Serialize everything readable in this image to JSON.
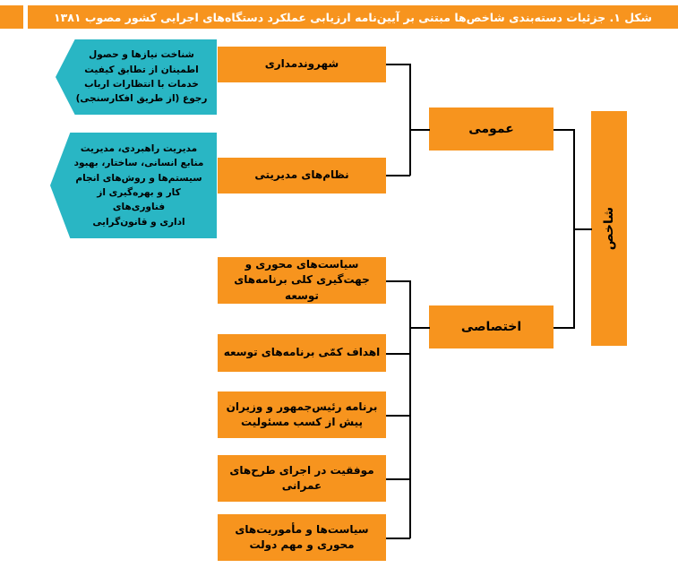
{
  "figure": {
    "title": "شکل ۱. جزئیات دسته‌بندی شاخص‌ها مبتنی بر آیین‌نامه ارزیابی عملکرد دستگاه‌های اجرایی کشور مصوب ۱۳۸۱",
    "accent_color": "#f7941e",
    "note_color": "#29b6c4"
  },
  "root": {
    "label": "شاخص"
  },
  "branches": [
    {
      "label": "عمومی",
      "children": [
        {
          "label": "شهروندمداری"
        },
        {
          "label": "نظام‌های مدیریتی"
        }
      ]
    },
    {
      "label": "اختصاصی",
      "children": [
        {
          "label": "سیاست‌های محوری و\nجهت‌گیری کلی برنامه‌های توسعه"
        },
        {
          "label": "اهداف کمّی برنامه‌های توسعه"
        },
        {
          "label": "برنامه رئیس‌جمهور و وزیران\nپیش از کسب مسئولیت"
        },
        {
          "label": "موفقیت در اجرای طرح‌های\nعمرانی"
        },
        {
          "label": "سیاست‌ها و مأموریت‌های\nمحوری و مهم دولت"
        }
      ]
    }
  ],
  "notes": [
    {
      "text": "شناخت نیازها و حصول\nاطمینان از تطابق کیفیت\nخدمات با انتظارات ارباب\nرجوع (از طریق افکارسنجی)"
    },
    {
      "text": "مدیریت راهبردی، مدیریت\nمنابع انسانی، ساختار، بهبود\nسیستم‌ها و روش‌های انجام\nکار و بهره‌گیری از فناوری‌های\nاداری و قانون‌گرایی"
    }
  ]
}
